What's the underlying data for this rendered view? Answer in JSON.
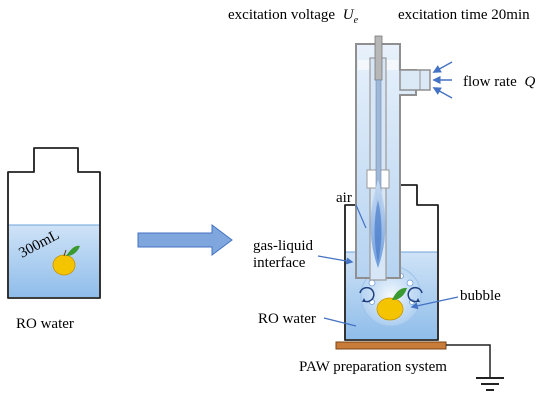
{
  "labels": {
    "excitation_voltage": "excitation voltage",
    "voltage_symbol": "U",
    "voltage_subscript": "e",
    "excitation_time": "excitation time 20min",
    "flow_rate": "flow rate",
    "flow_symbol": "Q",
    "air": "air",
    "gas_liquid_1": "gas-liquid",
    "gas_liquid_2": "interface",
    "bubble": "bubble",
    "ro_water_right": "RO water",
    "ro_water_left": "RO water",
    "volume": "300mL",
    "system": "PAW preparation system"
  },
  "colors": {
    "water": "#a9cdef",
    "water_light": "#dbeafa",
    "arrow": "#4472c4",
    "outline": "#222222",
    "tube": "#a0a0a0",
    "plate": "#c97b3a",
    "fruit": "#f5c400",
    "leaf": "#3a9a30"
  }
}
